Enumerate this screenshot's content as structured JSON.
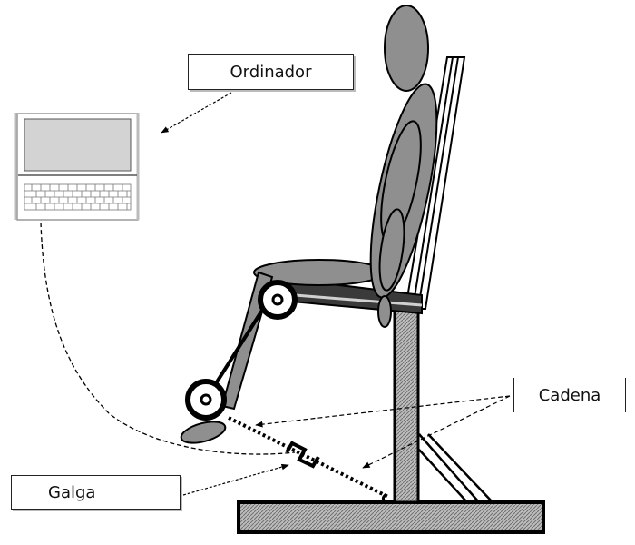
{
  "labels": {
    "ordinador": "Ordinador",
    "cadena": "Cadena",
    "galga": "Galga"
  },
  "colors": {
    "body_fill": "#8f8f8f",
    "outline": "#000000",
    "screen_fill": "#d3d3d3",
    "hatch": "#a9a9a9"
  }
}
